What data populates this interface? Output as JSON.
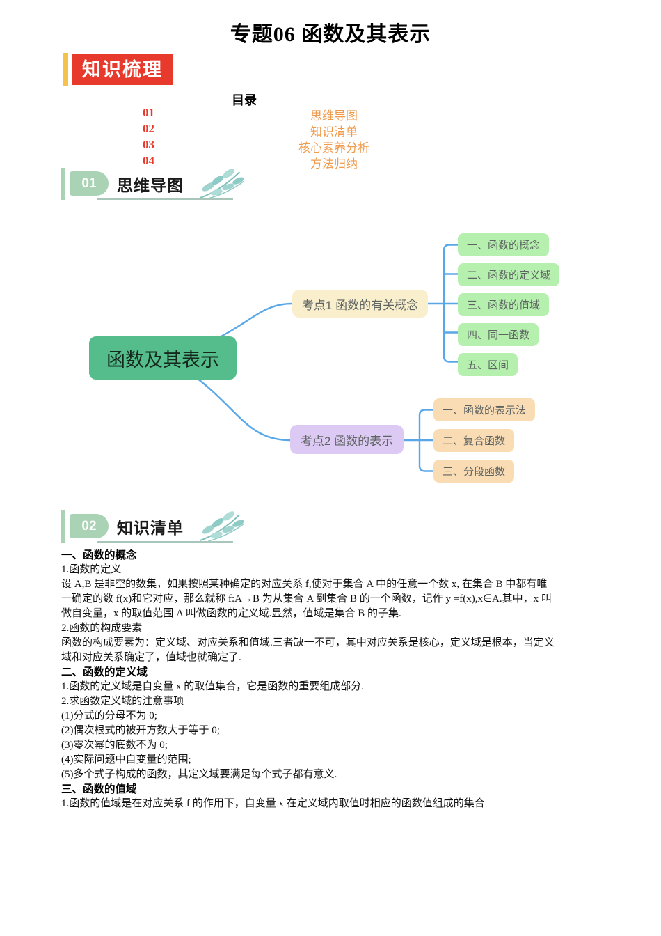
{
  "page": {
    "title": "专题06 函数及其表示",
    "banner": {
      "label": "知识梳理"
    },
    "toc": {
      "heading": "目录",
      "items": [
        {
          "num": "01",
          "label": "思维导图"
        },
        {
          "num": "02",
          "label": "知识清单"
        },
        {
          "num": "03",
          "label": "核心素养分析"
        },
        {
          "num": "04",
          "label": "方法归纳"
        }
      ]
    },
    "sections": [
      {
        "num": "01",
        "title": "思维导图"
      },
      {
        "num": "02",
        "title": "知识清单"
      }
    ]
  },
  "mindmap": {
    "root": "函数及其表示",
    "branch1": {
      "label": "考点1 函数的有关概念",
      "children": [
        "一、函数的概念",
        "二、函数的定义域",
        "三、函数的值域",
        "四、同一函数",
        "五、区间"
      ]
    },
    "branch2": {
      "label": "考点2 函数的表示",
      "children": [
        "一、函数的表示法",
        "二、复合函数",
        "三、分段函数"
      ]
    }
  },
  "content": {
    "lines": [
      {
        "text": "一、函数的概念",
        "bold": true
      },
      {
        "text": "1.函数的定义",
        "bold": false
      },
      {
        "text": "设 A,B 是非空的数集，如果按照某种确定的对应关系 f,使对于集合 A 中的任意一个数 x, 在集合 B 中都有唯",
        "bold": false
      },
      {
        "text": "一确定的数 f(x)和它对应，那么就称 f:A→B 为从集合 A 到集合 B 的一个函数，记作 y =f(x),x∈A.其中，x 叫",
        "bold": false
      },
      {
        "text": "做自变量，x 的取值范围 A 叫做函数的定义域.显然，值域是集合 B 的子集.",
        "bold": false
      },
      {
        "text": "2.函数的构成要素",
        "bold": false
      },
      {
        "text": "函数的构成要素为：定义域、对应关系和值域.三者缺一不可，其中对应关系是核心，定义域是根本，当定义",
        "bold": false
      },
      {
        "text": "域和对应关系确定了，值域也就确定了.",
        "bold": false
      },
      {
        "text": "二、函数的定义域",
        "bold": true
      },
      {
        "text": "1.函数的定义域是自变量 x 的取值集合，它是函数的重要组成部分.",
        "bold": false
      },
      {
        "text": "2.求函数定义域的注意事项",
        "bold": false
      },
      {
        "text": "(1)分式的分母不为 0;",
        "bold": false
      },
      {
        "text": "(2)偶次根式的被开方数大于等于 0;",
        "bold": false
      },
      {
        "text": "(3)零次幂的底数不为 0;",
        "bold": false
      },
      {
        "text": "(4)实际问题中自变量的范围;",
        "bold": false
      },
      {
        "text": "(5)多个式子构成的函数，其定义域要满足每个式子都有意义.",
        "bold": false
      },
      {
        "text": "三、函数的值域",
        "bold": true
      },
      {
        "text": "1.函数的值域是在对应关系 f 的作用下，自变量 x 在定义域内取值时相应的函数值组成的集合",
        "bold": false
      }
    ]
  },
  "colors": {
    "red": "#e73a2c",
    "yellow": "#f5c34b",
    "toc-orange": "#f09a4b",
    "badge-green": "#a9d3b4",
    "underline": "#a8c7ba",
    "leaf": "#8fcbc6",
    "root-green": "#54bd8b",
    "cream": "#faefcc",
    "purple": "#dcc9f4",
    "child-green": "#b5f0af",
    "child-orange": "#fadcb4",
    "blue": "#58a7e8",
    "node-text": "#5e6462"
  }
}
